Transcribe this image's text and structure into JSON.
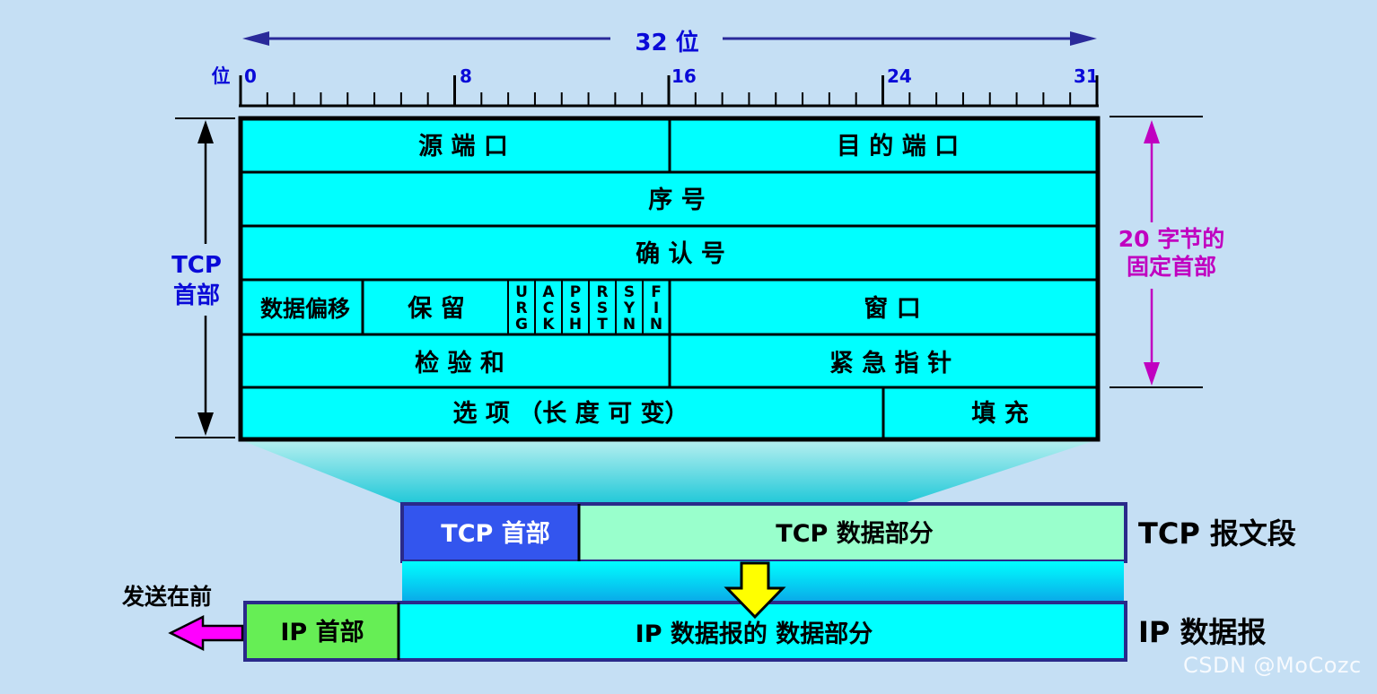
{
  "colors": {
    "background": "#c5dff4",
    "field_fill": "#00ffff",
    "field_border": "#000000",
    "blue_label": "#0a0ad8",
    "magenta_label": "#c000c0",
    "tcp_header_block": "#3355ee",
    "tcp_data_block": "#99ffcc",
    "ip_header_block": "#66ee55",
    "send_arrow": "#ff00ff",
    "down_arrow": "#ffff00"
  },
  "header_top": {
    "width_label": "32 位",
    "bit_label": "位",
    "bit_ticks": [
      "0",
      "8",
      "16",
      "24",
      "31"
    ]
  },
  "tcp_header": {
    "rows": [
      {
        "fields": [
          "源 端 口",
          "目 的 端 口"
        ]
      },
      {
        "fields": [
          "序 号"
        ]
      },
      {
        "fields": [
          "确 认 号"
        ]
      },
      {
        "fields": [
          "数据偏移",
          "保 留",
          "窗 口"
        ]
      },
      {
        "fields": [
          "检 验 和",
          "紧 急 指 针"
        ]
      },
      {
        "fields": [
          "选 项 （长 度 可 变）",
          "填 充"
        ]
      }
    ],
    "flags": [
      "URG",
      "ACK",
      "PSH",
      "RST",
      "SYN",
      "FIN"
    ]
  },
  "left_label": {
    "line1": "TCP",
    "line2": "首部"
  },
  "right_label": {
    "line1": "20 字节的",
    "line2": "固定首部"
  },
  "segment": {
    "header": "TCP 首部",
    "data": "TCP 数据部分",
    "caption": "TCP 报文段"
  },
  "datagram": {
    "header": "IP 首部",
    "data": "IP 数据报的 数据部分",
    "caption": "IP 数据报",
    "send_first": "发送在前"
  },
  "watermark": "CSDN @MoCozc"
}
